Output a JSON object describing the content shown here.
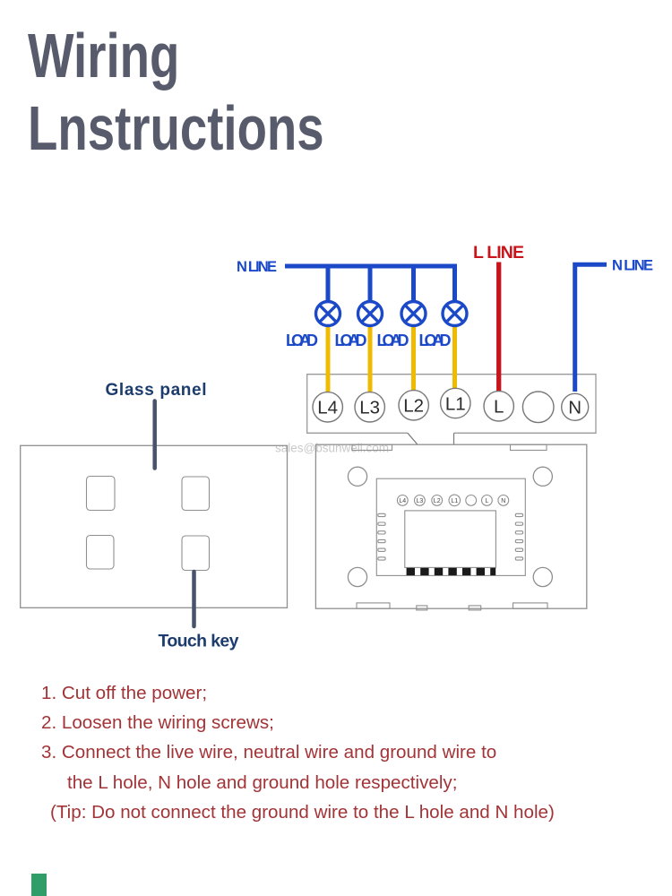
{
  "title": {
    "line1": "Wiring",
    "line2": "Lnstructions"
  },
  "diagram": {
    "n_line_left": "N LINE",
    "l_line": "L LINE",
    "n_line_right": "N LINE",
    "load_labels": [
      "LOAD",
      "LOAD",
      "LOAD",
      "LOAD"
    ],
    "terminal_labels": [
      "L4",
      "L3",
      "L2",
      "L1",
      "L",
      "",
      "N"
    ],
    "back_terminal_labels": [
      "L4",
      "L3",
      "L2",
      "L1",
      "",
      "L",
      "N"
    ],
    "glass_panel_label": "Glass panel",
    "touch_key_label": "Touch key",
    "watermark": "sales@bsunwell.com",
    "colors": {
      "wire_neutral_blue": "#1b49c8",
      "wire_live_red": "#c8151b",
      "wire_load_yellow": "#eebb00",
      "label_navy": "#1d3c6e",
      "outline_gray": "#8f8f8f",
      "title_gray": "#575b6b"
    }
  },
  "instructions": {
    "text_color": "#a23437",
    "items": [
      "1. Cut off the power;",
      "2. Loosen the wiring screws;",
      "3. Connect the live wire, neutral wire and ground wire to",
      "the L hole, N hole and ground hole respectively;",
      "(Tip: Do not connect the ground wire to the L hole and N hole)"
    ]
  },
  "footer": {
    "accent_color": "#2f9e68"
  }
}
